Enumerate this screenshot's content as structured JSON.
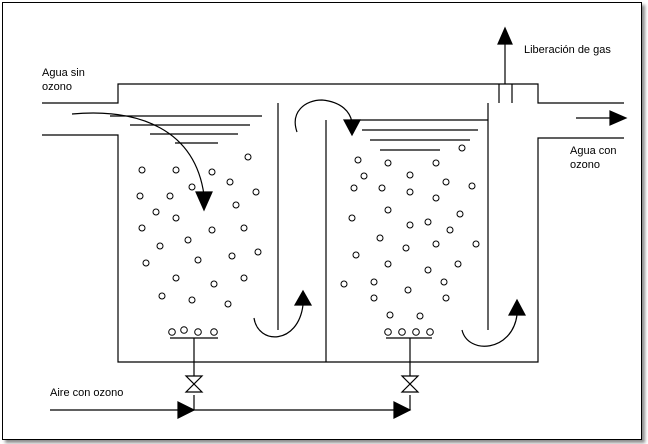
{
  "labels": {
    "inlet": "Agua sin ozono",
    "inlet_line1": "Agua sin",
    "inlet_line2": "ozono",
    "gas_release": "Liberación de gas",
    "outlet_line1": "Agua con",
    "outlet_line2": "ozono",
    "ozone_air": "Aire con ozono"
  },
  "colors": {
    "stroke": "#000000",
    "background": "#ffffff"
  }
}
